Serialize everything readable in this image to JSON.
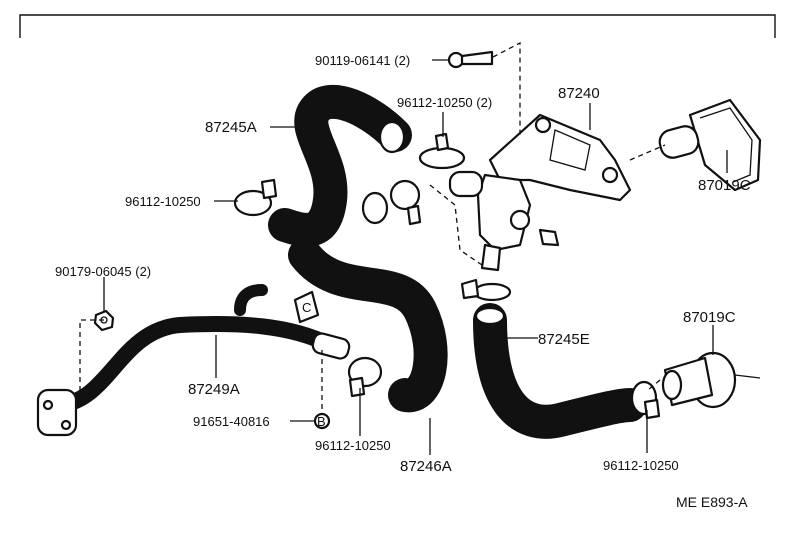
{
  "diagram": {
    "drawing_code": "ME E893-A",
    "parts": {
      "bolt": "90119-06141 (2)",
      "clamp_pair_upper": "96112-10250 (2)",
      "valve": "87240",
      "hose_a": "87245A",
      "clamp_left": "96112-10250",
      "grommet_top": "87019C",
      "nut": "90179-06045 (2)",
      "grommet_right": "87019C",
      "hose_e": "87245E",
      "pipe": "87249A",
      "bolt_b": "91651-40816",
      "clamp_lower": "96112-10250",
      "hose_b": "87246A",
      "clamp_right": "96112-10250"
    },
    "symbols": {
      "bolt_marker": "B",
      "bracket_marker": "C"
    }
  }
}
